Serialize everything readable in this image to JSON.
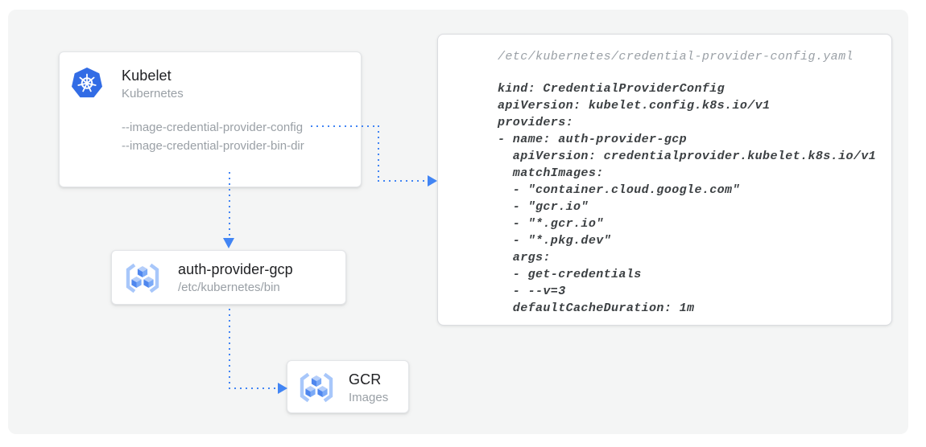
{
  "diagram": {
    "frame_bg": "#f4f5f5",
    "arrow_color": "#4285f4"
  },
  "nodes": {
    "kubelet": {
      "title": "Kubelet",
      "subtitle": "Kubernetes",
      "icon": "kubernetes-helm-icon",
      "flags": [
        "--image-credential-provider-config",
        "--image-credential-provider-bin-dir"
      ]
    },
    "auth_provider": {
      "title": "auth-provider-gcp",
      "subtitle": "/etc/kubernetes/bin",
      "icon": "gcr-registry-icon"
    },
    "gcr": {
      "title": "GCR",
      "subtitle": "Images",
      "icon": "gcr-registry-icon"
    }
  },
  "edges": [
    {
      "from": "kubelet-flag-image-credential-provider-config",
      "to": "credential-provider-config-panel",
      "style": "dotted-arrow"
    },
    {
      "from": "kubelet",
      "to": "auth-provider-gcp",
      "style": "dotted-arrow"
    },
    {
      "from": "auth-provider-gcp",
      "to": "gcr-images",
      "style": "dotted-arrow"
    }
  ],
  "config_panel": {
    "filename": "/etc/kubernetes/credential-provider-config.yaml",
    "code_lines": [
      "kind: CredentialProviderConfig",
      "apiVersion: kubelet.config.k8s.io/v1",
      "providers:",
      "- name: auth-provider-gcp",
      "  apiVersion: credentialprovider.kubelet.k8s.io/v1",
      "  matchImages:",
      "  - \"container.cloud.google.com\"",
      "  - \"gcr.io\"",
      "  - \"*.gcr.io\"",
      "  - \"*.pkg.dev\"",
      "  args:",
      "  - get-credentials",
      "  - --v=3",
      "  defaultCacheDuration: 1m"
    ]
  },
  "colors": {
    "kubernetes_blue": "#326ce5",
    "arrow_blue": "#4285f4",
    "title_dark": "#202124",
    "text_gray": "#9aa0a6",
    "code_dark": "#3c4043",
    "cube_top": "#b5cefa",
    "cube_left": "#4f87ee",
    "cube_right": "#7baaf7",
    "bracket_blue": "#a8c7fa"
  }
}
